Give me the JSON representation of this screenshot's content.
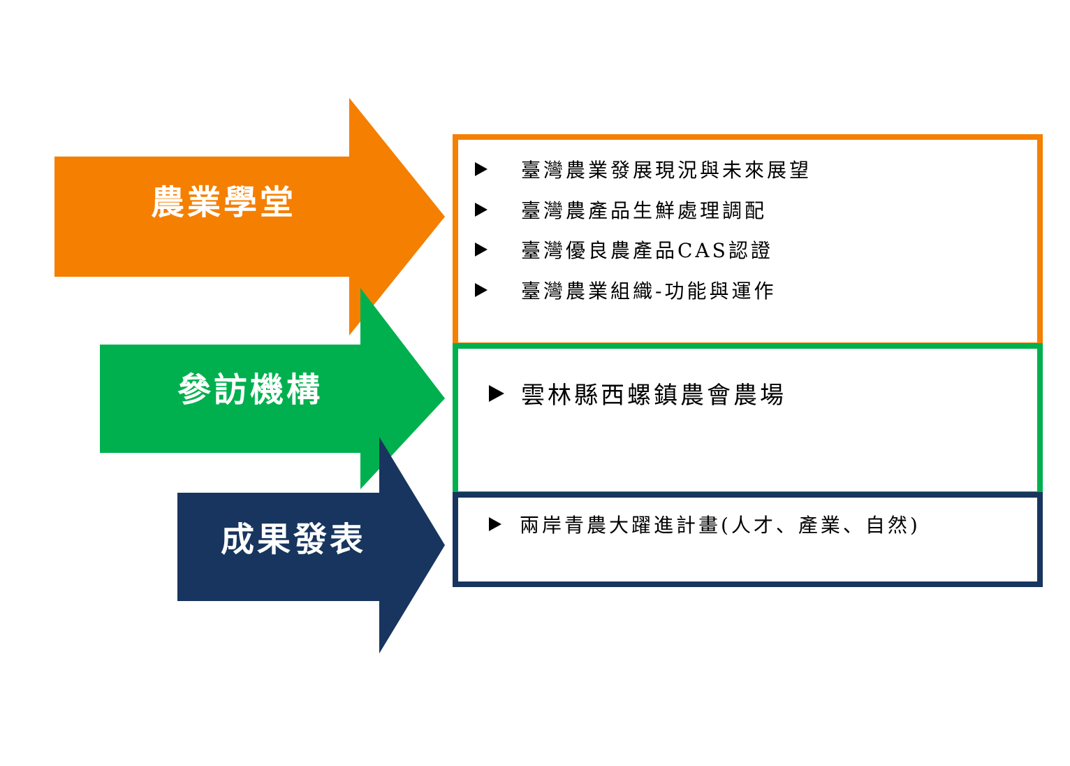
{
  "colors": {
    "orange": "#F47F00",
    "green": "#00B04E",
    "navy": "#17355E"
  },
  "sections": [
    {
      "label": "農業學堂",
      "items": [
        "臺灣農業發展現況與未來展望",
        "臺灣農產品生鮮處理調配",
        "臺灣優良農產品CAS認證",
        "臺灣農業組織-功能與運作"
      ]
    },
    {
      "label": "參訪機構",
      "items": [
        "雲林縣西螺鎮農會農場"
      ]
    },
    {
      "label": "成果發表",
      "items": [
        "兩岸青農大躍進計畫(人才、產業、自然)"
      ]
    }
  ]
}
